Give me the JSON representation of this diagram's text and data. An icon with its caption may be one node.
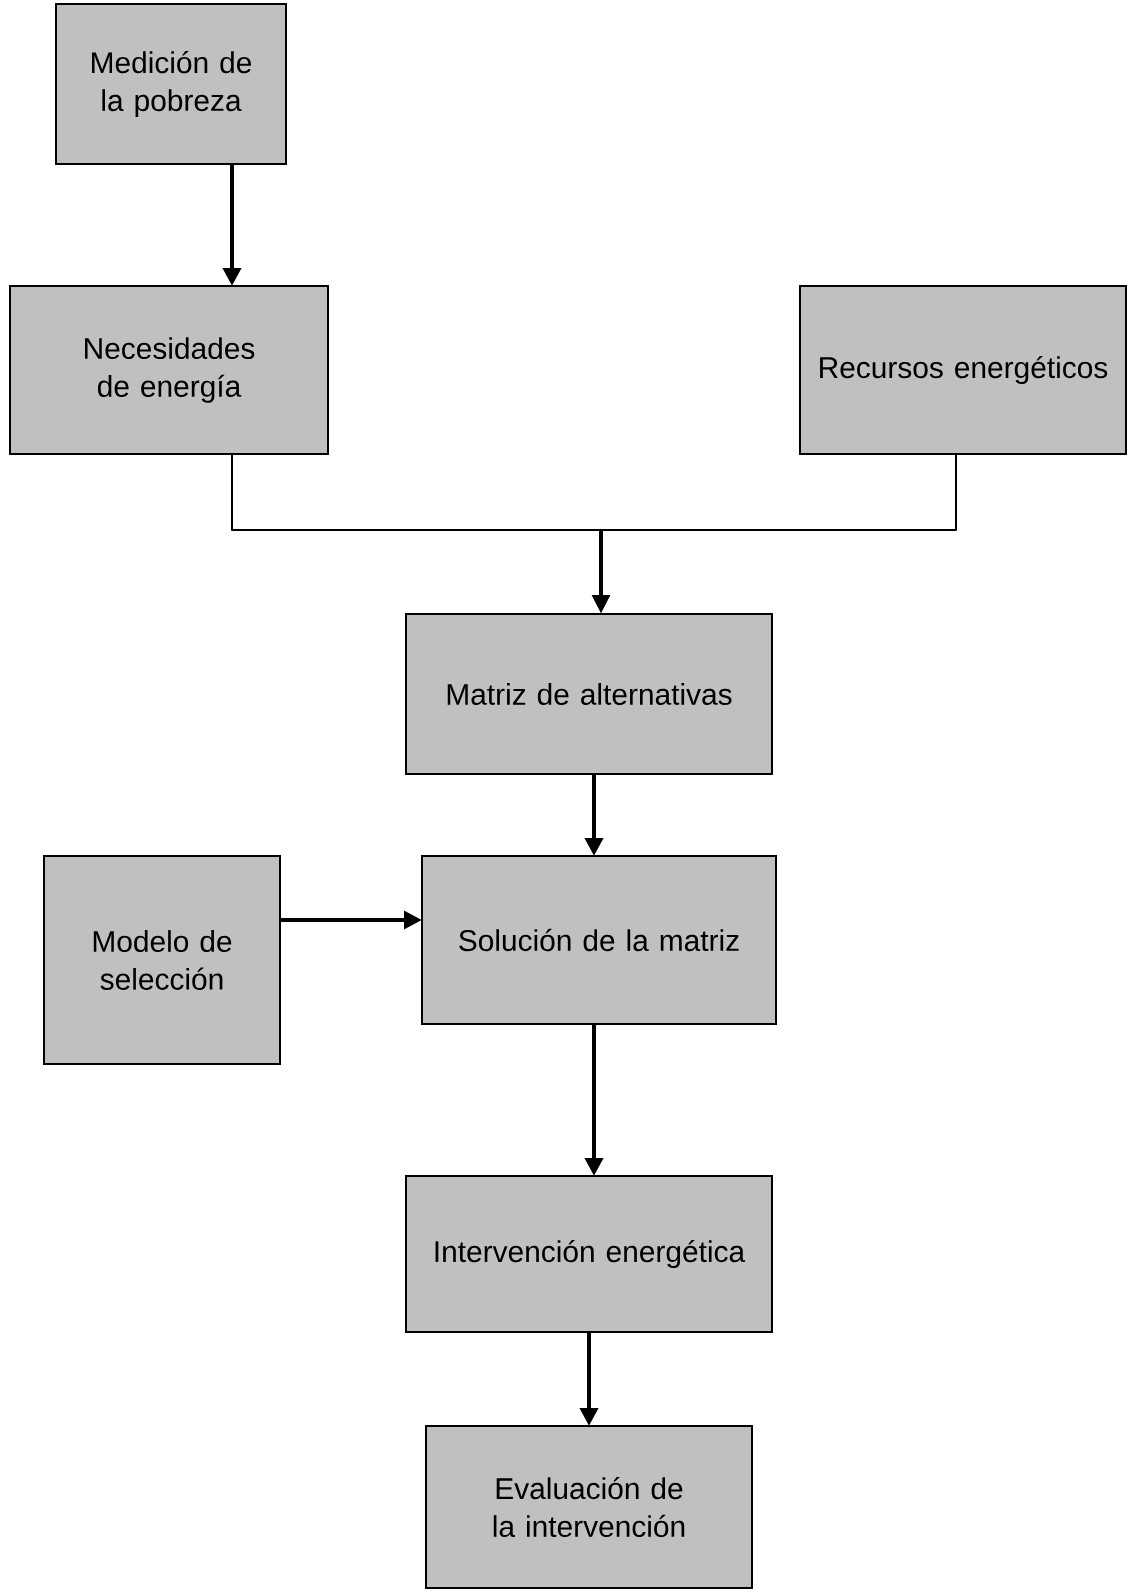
{
  "diagram": {
    "nodes": [
      {
        "text": [
          "Medición de la pobreza"
        ]
      },
      {
        "text": [
          "Necesidades de energía"
        ]
      },
      {
        "text": [
          "Recursos energéticos"
        ]
      },
      {
        "text": [
          "Matriz de alternativas"
        ]
      },
      {
        "text": [
          "Solución de la matriz"
        ]
      },
      {
        "text": [
          "Modelo de selección"
        ]
      },
      {
        "text": [
          "Intervención energética"
        ]
      },
      {
        "text": [
          "Evaluación de la intervención"
        ]
      }
    ],
    "edges": [
      {
        "from": 0,
        "to": 1,
        "arrow": "to"
      },
      {
        "from": 1,
        "to": 3,
        "arrow": "to"
      },
      {
        "from": 2,
        "to": 3,
        "arrow": "to"
      },
      {
        "from": 3,
        "to": 4,
        "arrow": "to"
      },
      {
        "from": 5,
        "to": 4,
        "arrow": "to"
      },
      {
        "from": 4,
        "to": 6,
        "arrow": "to"
      },
      {
        "from": 6,
        "to": 7,
        "arrow": "to"
      }
    ]
  }
}
